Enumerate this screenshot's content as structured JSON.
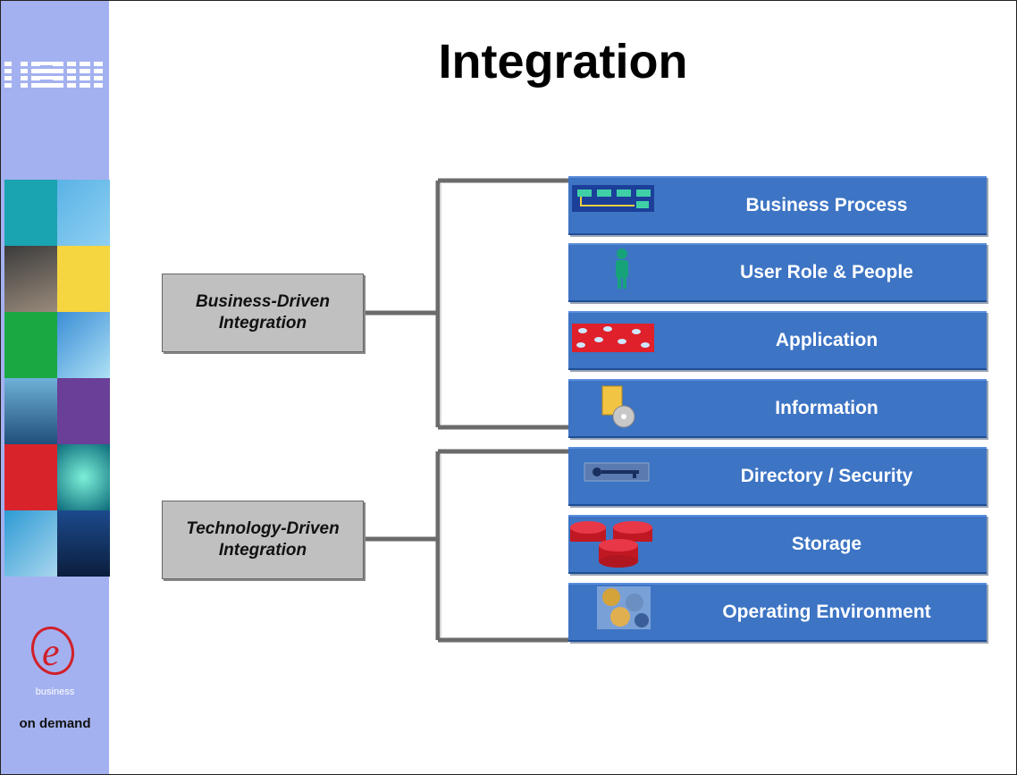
{
  "slide": {
    "title": "Integration"
  },
  "sidebar": {
    "brand_logo": "IBM",
    "business_text": "business",
    "tagline": "on demand"
  },
  "groups": [
    {
      "label_line1": "Business-Driven",
      "label_line2": "Integration",
      "items": [
        {
          "label": "Business Process",
          "icon": "process-flow-icon"
        },
        {
          "label": "User Role & People",
          "icon": "person-icon"
        },
        {
          "label": "Application",
          "icon": "application-network-icon"
        },
        {
          "label": "Information",
          "icon": "document-disc-icon"
        }
      ]
    },
    {
      "label_line1": "Technology-Driven",
      "label_line2": "Integration",
      "items": [
        {
          "label": "Directory / Security",
          "icon": "key-icon"
        },
        {
          "label": "Storage",
          "icon": "storage-disks-icon"
        },
        {
          "label": "Operating Environment",
          "icon": "globes-icon"
        }
      ]
    }
  ],
  "colors": {
    "bar": "#3d74c4",
    "driver_box": "#c0c0c0",
    "sidebar": "#a4b1f0"
  }
}
